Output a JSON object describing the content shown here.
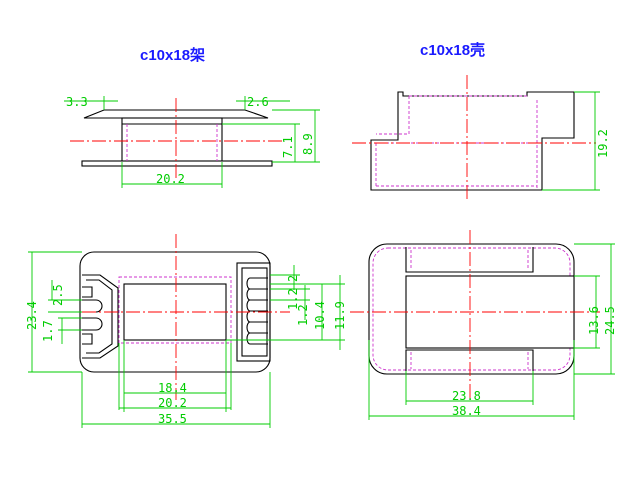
{
  "titles": {
    "bobbin": "c10x18架",
    "shell": "c10x18壳"
  },
  "dimensions": {
    "bobbin_side": {
      "left_lip": "3.3",
      "right_lip": "2.6",
      "inner_h": "7.1",
      "outer_h": "8.9",
      "core_w": "20.2"
    },
    "shell_side": {
      "height": "19.2"
    },
    "bobbin_top": {
      "height": "23.4",
      "pin_a": "2.5",
      "pin_b": "1.7",
      "w_inner": "18.4",
      "w_core": "20.2",
      "w_total": "35.5",
      "r1": "2",
      "r2": "1.2",
      "r3": "1.2",
      "h_inner": "10.4",
      "h_outer": "11.9"
    },
    "shell_top": {
      "inner_w": "23.8",
      "total_w": "38.4",
      "inner_h": "13.6",
      "total_h": "24.5"
    }
  },
  "colors": {
    "outline": "#000000",
    "dimension": "#00cc00",
    "centerline": "#ff0000",
    "hidden": "#cc33cc",
    "title": "#1a1aff"
  }
}
